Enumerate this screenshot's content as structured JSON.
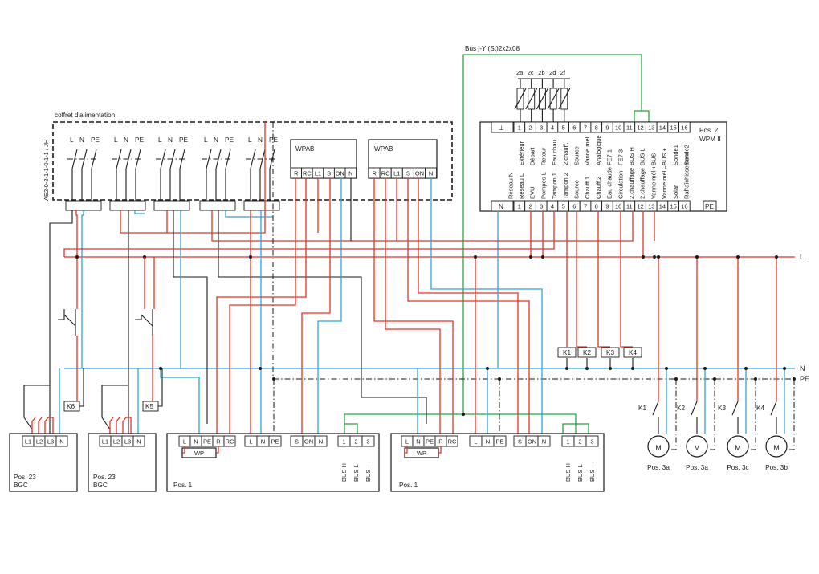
{
  "bus_cable": "Bus j-Y (St)2x2x08",
  "supply_box": {
    "title": "coffret d'alimentation",
    "ref": "AE2-0-2-1-1-0-1-1 / JH",
    "switch_terms": [
      "L",
      "N",
      "PE"
    ]
  },
  "wpab": {
    "title": "WPAB",
    "terminals": [
      "R",
      "RC",
      "L1",
      "S",
      "ON",
      "N"
    ]
  },
  "wpm": {
    "pos": "Pos. 2",
    "name": "WPM II",
    "ground_symbol": "⊥",
    "top_terms": [
      "1",
      "2",
      "3",
      "4",
      "5",
      "6",
      "7",
      "8",
      "9",
      "10",
      "11",
      "12",
      "13",
      "14",
      "15",
      "16"
    ],
    "top_labels": [
      "Extérieur",
      "Départ",
      "Retour",
      "Eau chau.",
      "2.chauff.",
      "Source",
      "Vanne mél.",
      "Analogique",
      "FE7 1",
      "FE7 3",
      "BUS H",
      "BUS L",
      "BUS –",
      "BUS +",
      "Sonde1",
      "Sonde2"
    ],
    "sensors": [
      "2a",
      "2c",
      "2b",
      "2d",
      "2f"
    ],
    "bottom_first": "N",
    "bottom_terms": [
      "1",
      "2",
      "3",
      "4",
      "5",
      "6",
      "7",
      "8",
      "9",
      "10",
      "11",
      "12",
      "13",
      "14",
      "15",
      "16"
    ],
    "bottom_last": "PE",
    "bottom_labels": [
      "Réseau N",
      "Réseau L",
      "EVU",
      "Pompes L",
      "Tampon 1",
      "Tampon 2",
      "Source",
      "Chauff.1",
      "Chauff.2",
      "Eau chaude",
      "Circulation",
      "2.chauffage",
      "2.chauffage",
      "Vanne mél +",
      "Vanne mél –",
      "Solar",
      "Rafraîchissement"
    ]
  },
  "rails": {
    "l": "L",
    "n": "N",
    "pe": "PE"
  },
  "relays": [
    "K1",
    "K2",
    "K3",
    "K4"
  ],
  "contactors": [
    "K6",
    "K5"
  ],
  "bgc": {
    "terms": [
      "L1",
      "L2",
      "L3",
      "N"
    ],
    "pos": "Pos. 23",
    "name": "BGC"
  },
  "unit": {
    "pos": "Pos. 1",
    "wp": "WP",
    "power_terms": [
      "L",
      "N",
      "PE",
      "R",
      "RC"
    ],
    "supply_terms": [
      "L",
      "N",
      "PE"
    ],
    "ctrl_terms": [
      "S",
      "ON",
      "N"
    ],
    "bus_terms": [
      "1",
      "2",
      "3"
    ],
    "bus_labels": [
      "BUS H",
      "BUS L",
      "BUS –"
    ]
  },
  "motors": {
    "symbol": "M",
    "items": [
      {
        "k": "K1",
        "pos": "Pos. 3a"
      },
      {
        "k": "K2",
        "pos": "Pos. 3a"
      },
      {
        "k": "K3",
        "pos": "Pos. 3c"
      },
      {
        "k": "K4",
        "pos": "Pos. 3b"
      }
    ]
  }
}
